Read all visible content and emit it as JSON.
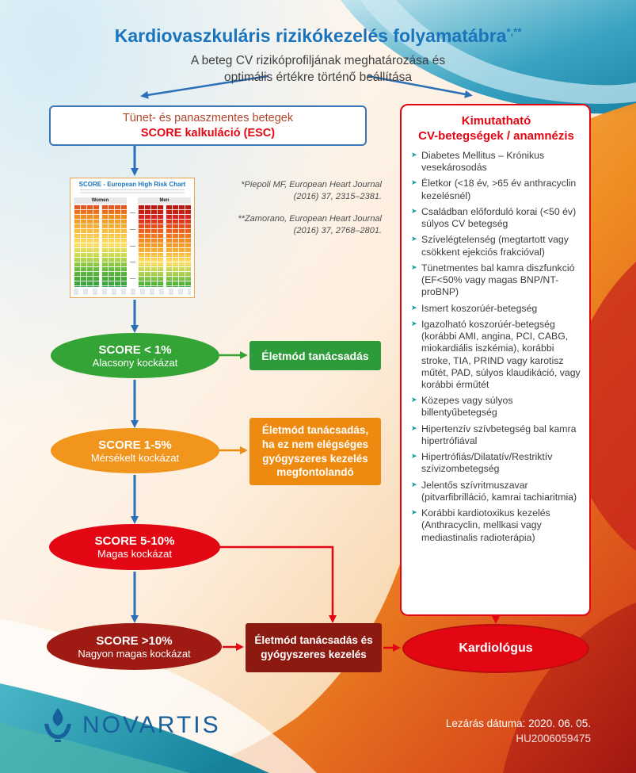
{
  "colors": {
    "title_blue": "#1a74bc",
    "accent_red": "#e30613",
    "green": "#35a436",
    "orange": "#ef8a10",
    "dark_red": "#9e1a12",
    "teal_bullet": "#0b9aa2"
  },
  "page": {
    "title": "Kardiovaszkuláris rizikókezelés folyamatábra",
    "title_superscript": "*,**",
    "subtitle_line1": "A beteg CV rizikóprofiljának meghatározása és",
    "subtitle_line2": "optimális értékre történő beállítása"
  },
  "flow": {
    "entry_box": {
      "line1": "Tünet- és panaszmentes betegek",
      "line2": "SCORE kalkuláció (ESC)"
    },
    "score_chart": {
      "title": "SCORE - European High Risk Chart",
      "col_left": "Women",
      "col_right": "Men"
    },
    "references": [
      "*Piepoli MF, European Heart Journal (2016) 37, 2315–2381.",
      "**Zamorano, European Heart Journal (2016) 37, 2768–2801."
    ],
    "risk_levels": [
      {
        "score": "SCORE < 1%",
        "label": "Alacsony kockázat"
      },
      {
        "score": "SCORE 1-5%",
        "label": "Mérsékelt kockázat"
      },
      {
        "score": "SCORE 5-10%",
        "label": "Magas kockázat"
      },
      {
        "score": "SCORE >10%",
        "label": "Nagyon magas kockázat"
      }
    ],
    "actions": {
      "low": "Életmód tanácsadás",
      "moderate": "Életmód tanácsadás, ha ez nem elégséges gyógyszeres kezelés megfontolandó",
      "very_high": "Életmód tanácsadás és gyógyszeres kezelés"
    },
    "cardiologist": "Kardiológus"
  },
  "panel": {
    "title_line1": "Kimutatható",
    "title_line2": "CV-betegségek / anamnézis",
    "items": [
      "Diabetes Mellitus – Krónikus vesekárosodás",
      "Életkor (<18 év, >65 év anthracyclin kezelésnél)",
      "Családban előforduló korai (<50 év) súlyos CV betegség",
      "Szívelégtelenség (megtartott vagy csökkent ejekciós frakcióval)",
      "Tünetmentes bal kamra diszfunkció (EF<50% vagy magas BNP/NT-proBNP)",
      "Ismert koszorúér-betegség",
      "Igazolható koszorúér-betegség (korábbi AMI, angina, PCI, CABG, miokardiális iszkémia), korábbi stroke, TIA, PRIND vagy karotisz műtét, PAD, súlyos klaudikáció, vagy korábbi érműtét",
      "Közepes vagy súlyos billentyűbetegség",
      "Hipertenzív szívbetegség bal kamra hipertrófiával",
      "Hipertrófiás/Dilatatív/Restriktív szívizombetegség",
      "Jelentős szívritmuszavar (pitvarfibrilláció, kamrai tachiaritmia)",
      "Korábbi kardiotoxikus kezelés (Anthracyclin, mellkasi vagy mediastinalis radioterápia)"
    ]
  },
  "footer": {
    "brand": "NOVARTIS",
    "closing_date": "Lezárás dátuma: 2020. 06. 05.",
    "code": "HU2006059475"
  }
}
